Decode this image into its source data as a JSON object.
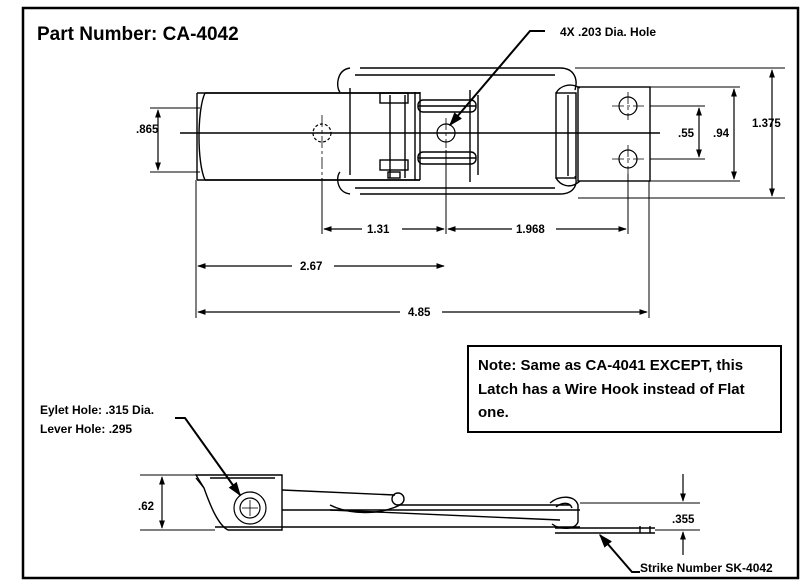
{
  "title": "Part Number: CA-4042",
  "callouts": {
    "holes": "4X  .203 Dia. Hole",
    "eyelet": "Eylet Hole: .315 Dia.",
    "lever": "Lever Hole: .295",
    "strike": "Strike Number SK-4042"
  },
  "dimensions": {
    "d_865": ".865",
    "d_55": ".55",
    "d_94": ".94",
    "d_1375": "1.375",
    "d_131": "1.31",
    "d_1968": "1.968",
    "d_267": "2.67",
    "d_485": "4.85",
    "d_62": ".62",
    "d_355": ".355"
  },
  "note": {
    "line1": "Note: Same as CA-4041 EXCEPT, this",
    "line2": "Latch has a Wire Hook instead of Flat",
    "line3": "one."
  }
}
